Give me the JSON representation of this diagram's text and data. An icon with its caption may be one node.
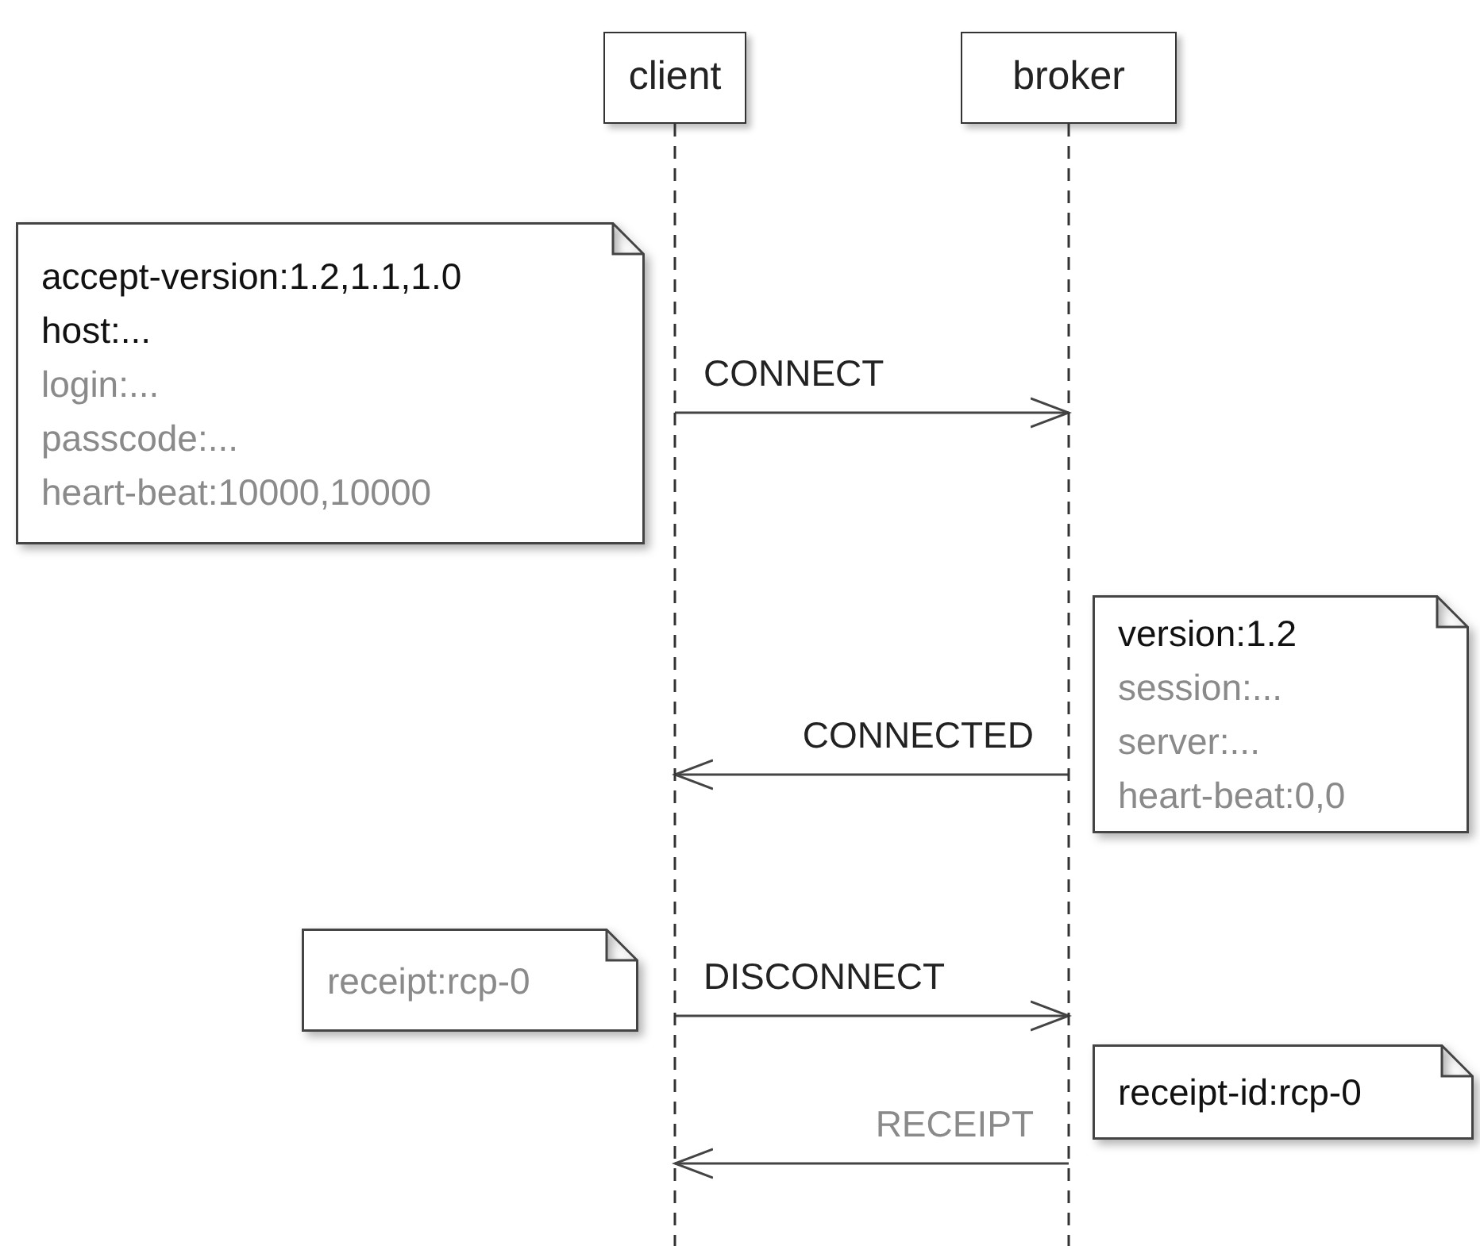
{
  "diagram": {
    "nodes": [
      {
        "text": [
          "client"
        ]
      },
      {
        "text": [
          "broker"
        ]
      },
      {
        "text": [
          "accept-version:1.2,1.1,1.0",
          "host:...",
          "login:...",
          "passcode:...",
          "heart-beat:10000,10000"
        ]
      },
      {
        "text": [
          "version:1.2",
          "session:...",
          "server:...",
          "heart-beat:0,0"
        ]
      },
      {
        "text": [
          "receipt:rcp-0"
        ]
      },
      {
        "text": [
          "receipt-id:rcp-0"
        ]
      }
    ],
    "edges": [
      {
        "from": 0,
        "to": 1,
        "arrow": "to",
        "label": "CONNECT"
      },
      {
        "from": 1,
        "to": 0,
        "arrow": "to",
        "label": "CONNECTED"
      },
      {
        "from": 0,
        "to": 1,
        "arrow": "to",
        "label": "DISCONNECT"
      },
      {
        "from": 1,
        "to": 0,
        "arrow": "to",
        "label": "RECEIPT"
      }
    ]
  }
}
